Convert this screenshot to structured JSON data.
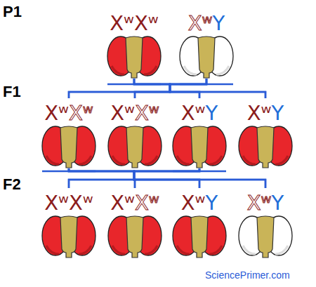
{
  "diagram": {
    "nodes": [
      {
        "text": [
          "Xʷ",
          "Xʷ"
        ]
      },
      {
        "text": [
          "Xʷ",
          "Y"
        ]
      },
      {
        "text": [
          "Xʷ",
          "Xʷ"
        ]
      },
      {
        "text": [
          "Xʷ",
          "Xʷ"
        ]
      },
      {
        "text": [
          "Xʷ",
          "Y"
        ]
      },
      {
        "text": [
          "Xʷ",
          "Y"
        ]
      },
      {
        "text": [
          "Xʷ",
          "Xʷ"
        ]
      },
      {
        "text": [
          "Xʷ",
          "Xʷ"
        ]
      },
      {
        "text": [
          "Xʷ",
          "Y"
        ]
      },
      {
        "text": [
          "Xʷ",
          "Y"
        ]
      }
    ],
    "edges": [
      {
        "from": 0,
        "to": 2,
        "arrow": "none"
      },
      {
        "from": 0,
        "to": 3,
        "arrow": "none"
      },
      {
        "from": 0,
        "to": 4,
        "arrow": "none"
      },
      {
        "from": 0,
        "to": 5,
        "arrow": "none"
      },
      {
        "from": 1,
        "to": 2,
        "arrow": "none"
      },
      {
        "from": 1,
        "to": 3,
        "arrow": "none"
      },
      {
        "from": 1,
        "to": 4,
        "arrow": "none"
      },
      {
        "from": 1,
        "to": 5,
        "arrow": "none"
      },
      {
        "from": 2,
        "to": 6,
        "arrow": "none"
      },
      {
        "from": 2,
        "to": 7,
        "arrow": "none"
      },
      {
        "from": 2,
        "to": 8,
        "arrow": "none"
      },
      {
        "from": 2,
        "to": 9,
        "arrow": "none"
      },
      {
        "from": 4,
        "to": 6,
        "arrow": "none"
      },
      {
        "from": 4,
        "to": 7,
        "arrow": "none"
      },
      {
        "from": 4,
        "to": 8,
        "arrow": "none"
      },
      {
        "from": 4,
        "to": 9,
        "arrow": "none"
      }
    ],
    "labels": [
      "P1",
      "F1",
      "F2",
      "SciencePrimer.com"
    ]
  }
}
